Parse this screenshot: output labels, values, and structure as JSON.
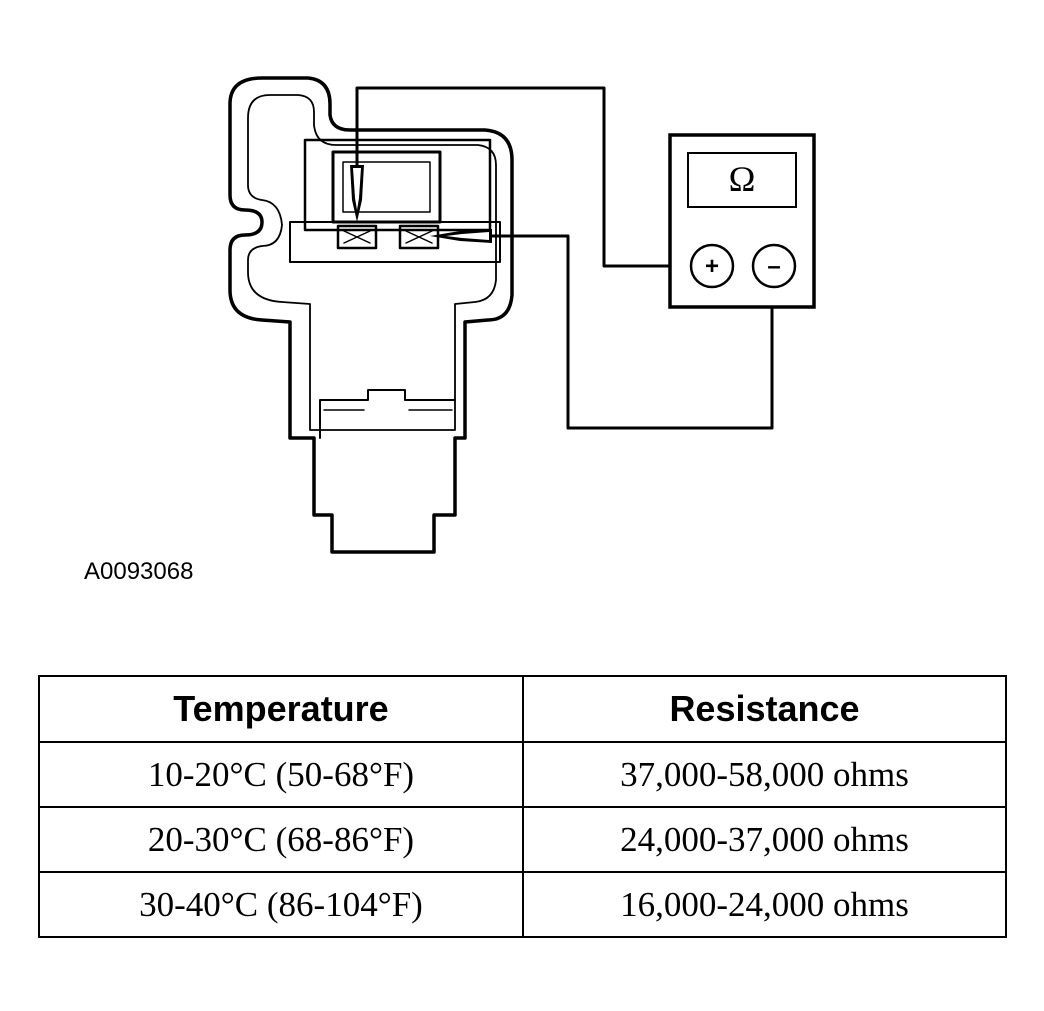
{
  "figure_id": "A0093068",
  "meter": {
    "symbol": "Ω",
    "plus_label": "+",
    "minus_label": "–"
  },
  "table": {
    "headers": [
      "Temperature",
      "Resistance"
    ],
    "rows": [
      [
        "10-20°C (50-68°F)",
        "37,000-58,000 ohms"
      ],
      [
        "20-30°C (68-86°F)",
        "24,000-37,000 ohms"
      ],
      [
        "30-40°C (86-104°F)",
        "16,000-24,000 ohms"
      ]
    ]
  }
}
